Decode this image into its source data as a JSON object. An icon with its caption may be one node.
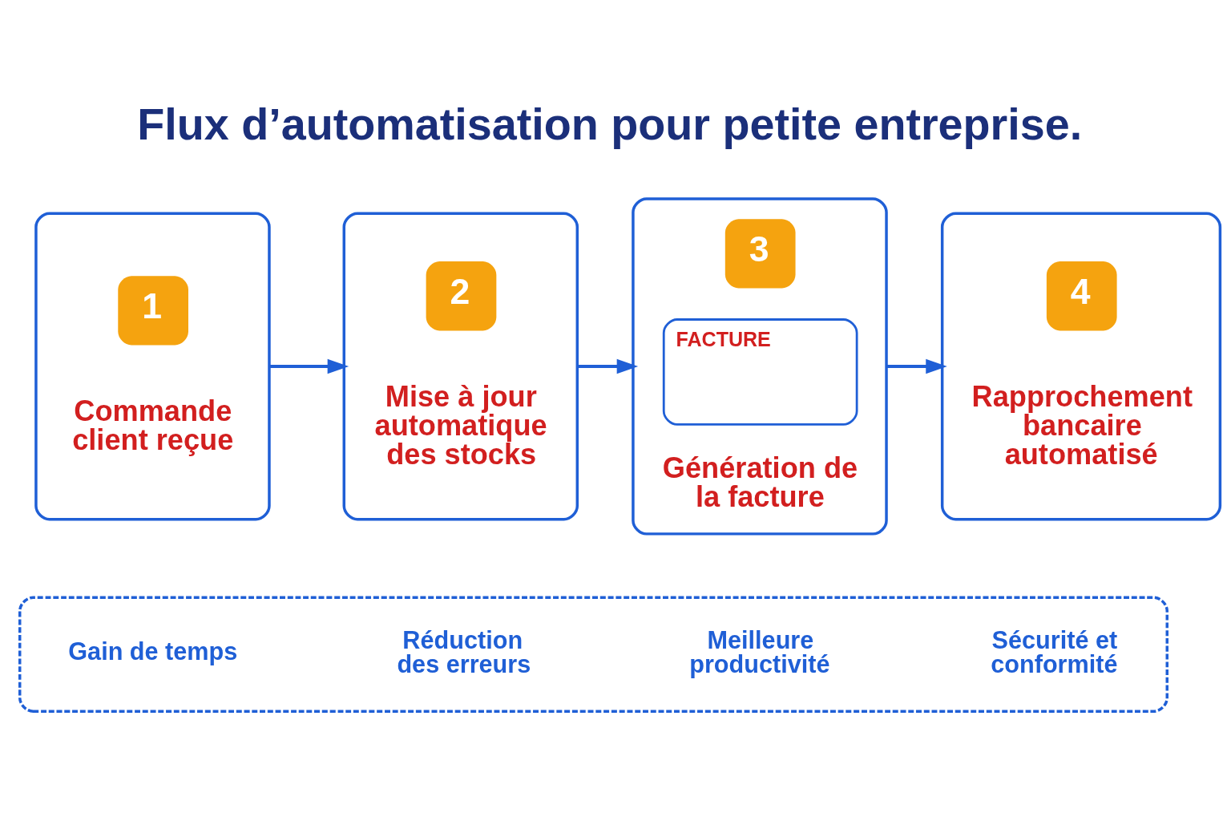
{
  "diagram": {
    "title": "Flux d’automatisation pour petite entreprise.",
    "nodes": [
      {
        "text": [
          "1",
          "Commande client reçue"
        ]
      },
      {
        "text": [
          "2",
          "Mise à jour automatique des stocks"
        ]
      },
      {
        "text": [
          "3",
          "FACTURE",
          "Génération de la facture"
        ]
      },
      {
        "text": [
          "4",
          "Rapprochement bancaire automatisé"
        ]
      },
      {
        "text": [],
        "shape": "box"
      },
      {
        "text": [
          "Gain de temps"
        ],
        "in": 4
      },
      {
        "text": [
          "Réduction des erreurs"
        ],
        "in": 4
      },
      {
        "text": [
          "Meilleure productivité"
        ],
        "in": 4
      },
      {
        "text": [
          "Sécurité et conformité"
        ],
        "in": 4
      }
    ],
    "edges": [
      {
        "from": 0,
        "to": 1,
        "arrow": "to"
      },
      {
        "from": 1,
        "to": 2,
        "arrow": "to"
      },
      {
        "from": 2,
        "to": 3,
        "arrow": "to"
      }
    ]
  }
}
